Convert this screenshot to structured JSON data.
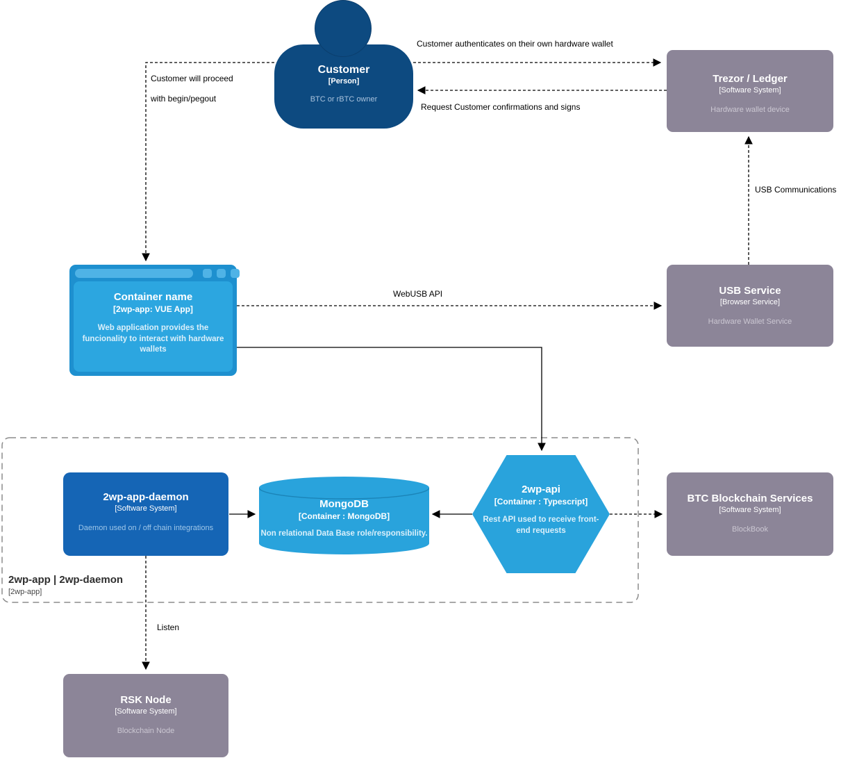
{
  "nodes": {
    "customer": {
      "title": "Customer",
      "subtitle": "[Person]",
      "description": "BTC or rBTC owner"
    },
    "trezor": {
      "title": "Trezor / Ledger",
      "subtitle": "[Software System]",
      "description": "Hardware wallet device"
    },
    "webapp": {
      "title": "Container name",
      "subtitle": "[2wp-app: VUE App]",
      "description": "Web application provides the funcionality to interact with hardware wallets"
    },
    "usbservice": {
      "title": "USB Service",
      "subtitle": "[Browser Service]",
      "description": "Hardware Wallet Service"
    },
    "daemon": {
      "title": "2wp-app-daemon",
      "subtitle": "[Software System]",
      "description": "Daemon used on / off chain integrations"
    },
    "mongo": {
      "title": "MongoDB",
      "subtitle": "[Container : MongoDB]",
      "description": "Non relational Data Base role/responsibility."
    },
    "api": {
      "title": "2wp-api",
      "subtitle": "[Container : Typescript]",
      "description": "Rest API used to receive front-end requests"
    },
    "btc": {
      "title": "BTC Blockchain Services",
      "subtitle": "[Software System]",
      "description": "BlockBook"
    },
    "rsk": {
      "title": "RSK Node",
      "subtitle": "[Software System]",
      "description": "Blockchain Node"
    }
  },
  "boundary": {
    "title": "2wp-app | 2wp-daemon",
    "subtitle": "[2wp-app]"
  },
  "edges": {
    "customer_trezor": "Customer authenticates on their own hardware wallet",
    "trezor_customer": "Request Customer confirmations and signs",
    "customer_webapp_line1": "Customer will proceed",
    "customer_webapp_line2": "with begin/pegout",
    "usb_communications": "USB Communications",
    "webusb": "WebUSB API",
    "listen": "Listen"
  },
  "colors": {
    "person_blue": "#0D4A80",
    "software_system_blue": "#1565B5",
    "container_light_blue": "#29A3DC",
    "browser_frame_blue": "#1E90CF",
    "browser_chrome_blue": "#4FB3E6",
    "external_system_gray": "#8C8598",
    "muted_text_on_gray": "#CBC7D2",
    "muted_text_on_blue": "#9EC6E8",
    "muted_text_on_light_blue": "#D9EFFA"
  }
}
